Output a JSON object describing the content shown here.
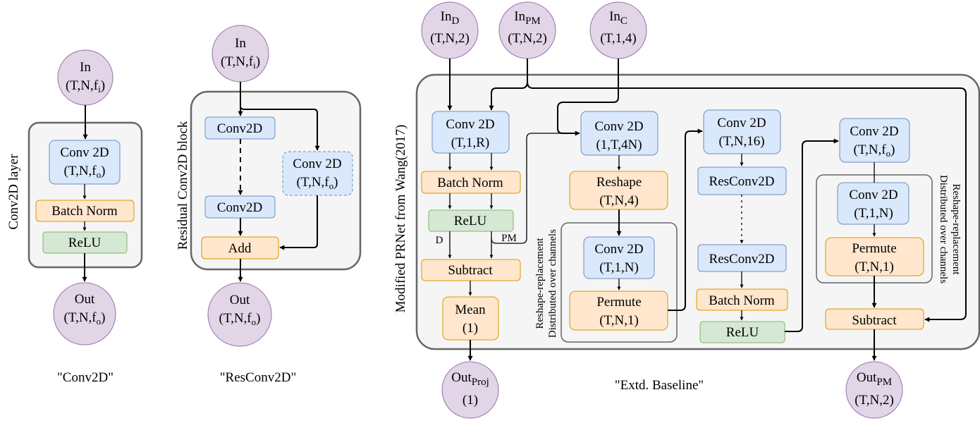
{
  "conv2d_layer": {
    "side_label": "Conv2D layer",
    "caption": "\"Conv2D\"",
    "input": {
      "name": "In",
      "shape_prefix": "(T,N,f",
      "shape_sub": "i",
      "shape_suffix": ")"
    },
    "conv": {
      "name": "Conv 2D",
      "shape_prefix": "(T,N,f",
      "shape_sub": "o",
      "shape_suffix": ")"
    },
    "batch_norm": "Batch Norm",
    "relu": "ReLU",
    "output": {
      "name": "Out",
      "shape_prefix": "(T,N,f",
      "shape_sub": "o",
      "shape_suffix": ")"
    }
  },
  "resconv2d_block": {
    "side_label": "Residual Conv2D block",
    "caption": "\"ResConv2D\"",
    "input": {
      "name": "In",
      "shape_prefix": "(T,N,f",
      "shape_sub": "i",
      "shape_suffix": ")"
    },
    "conv_a": "Conv2D",
    "conv_b": "Conv2D",
    "skip_conv": {
      "name": "Conv 2D",
      "shape_prefix": "(T,N,f",
      "shape_sub": "o",
      "shape_suffix": ")"
    },
    "add": "Add",
    "output": {
      "name": "Out",
      "shape_prefix": "(T,N,f",
      "shape_sub": "o",
      "shape_suffix": ")"
    }
  },
  "extd_baseline": {
    "side_label": "Modified PRNet from Wang(2017)",
    "caption": "\"Extd. Baseline\"",
    "inputs": [
      {
        "name": "In",
        "sub": "D",
        "shape": "(T,N,2)"
      },
      {
        "name": "In",
        "sub": "PM",
        "shape": "(T,N,2)"
      },
      {
        "name": "In",
        "sub": "C",
        "shape": "(T,1,4)"
      }
    ],
    "col1": {
      "conv": {
        "name": "Conv 2D",
        "shape": "(T,1,R)"
      },
      "batch_norm": "Batch Norm",
      "relu": "ReLU",
      "label_d": "D",
      "label_pm": "PM",
      "subtract": "Subtract",
      "mean": {
        "name": "Mean",
        "shape": "(1)"
      }
    },
    "col2": {
      "conv": {
        "name": "Conv 2D",
        "shape": "(1,T,4N)"
      },
      "reshape": {
        "name": "Reshape",
        "shape": "(T,N,4)"
      },
      "group_label_1": "Reshape-replacement",
      "group_label_2": "Distributed over channels",
      "inner_conv": {
        "name": "Conv 2D",
        "shape": "(T,1,N)"
      },
      "permute": {
        "name": "Permute",
        "shape": "(T,N,1)"
      }
    },
    "col3": {
      "conv": {
        "name": "Conv 2D",
        "shape": "(T,N,16)"
      },
      "resconv_a": "ResConv2D",
      "resconv_b": "ResConv2D",
      "batch_norm": "Batch Norm",
      "relu": "ReLU"
    },
    "col4": {
      "conv": {
        "name": "Conv 2D",
        "shape_prefix": "(T,N,f",
        "shape_sub": "o",
        "shape_suffix": ")"
      },
      "group_label_1": "Reshape-replacement",
      "group_label_2": "Distributed over channels",
      "inner_conv": {
        "name": "Conv 2D",
        "shape": "(T,1,N)"
      },
      "permute": {
        "name": "Permute",
        "shape": "(T,N,1)"
      },
      "subtract": "Subtract"
    },
    "outputs": [
      {
        "name": "Out",
        "sub": "Proj",
        "shape": "(1)"
      },
      {
        "name": "Out",
        "sub": "PM",
        "shape": "(T,N,2)"
      }
    ]
  }
}
